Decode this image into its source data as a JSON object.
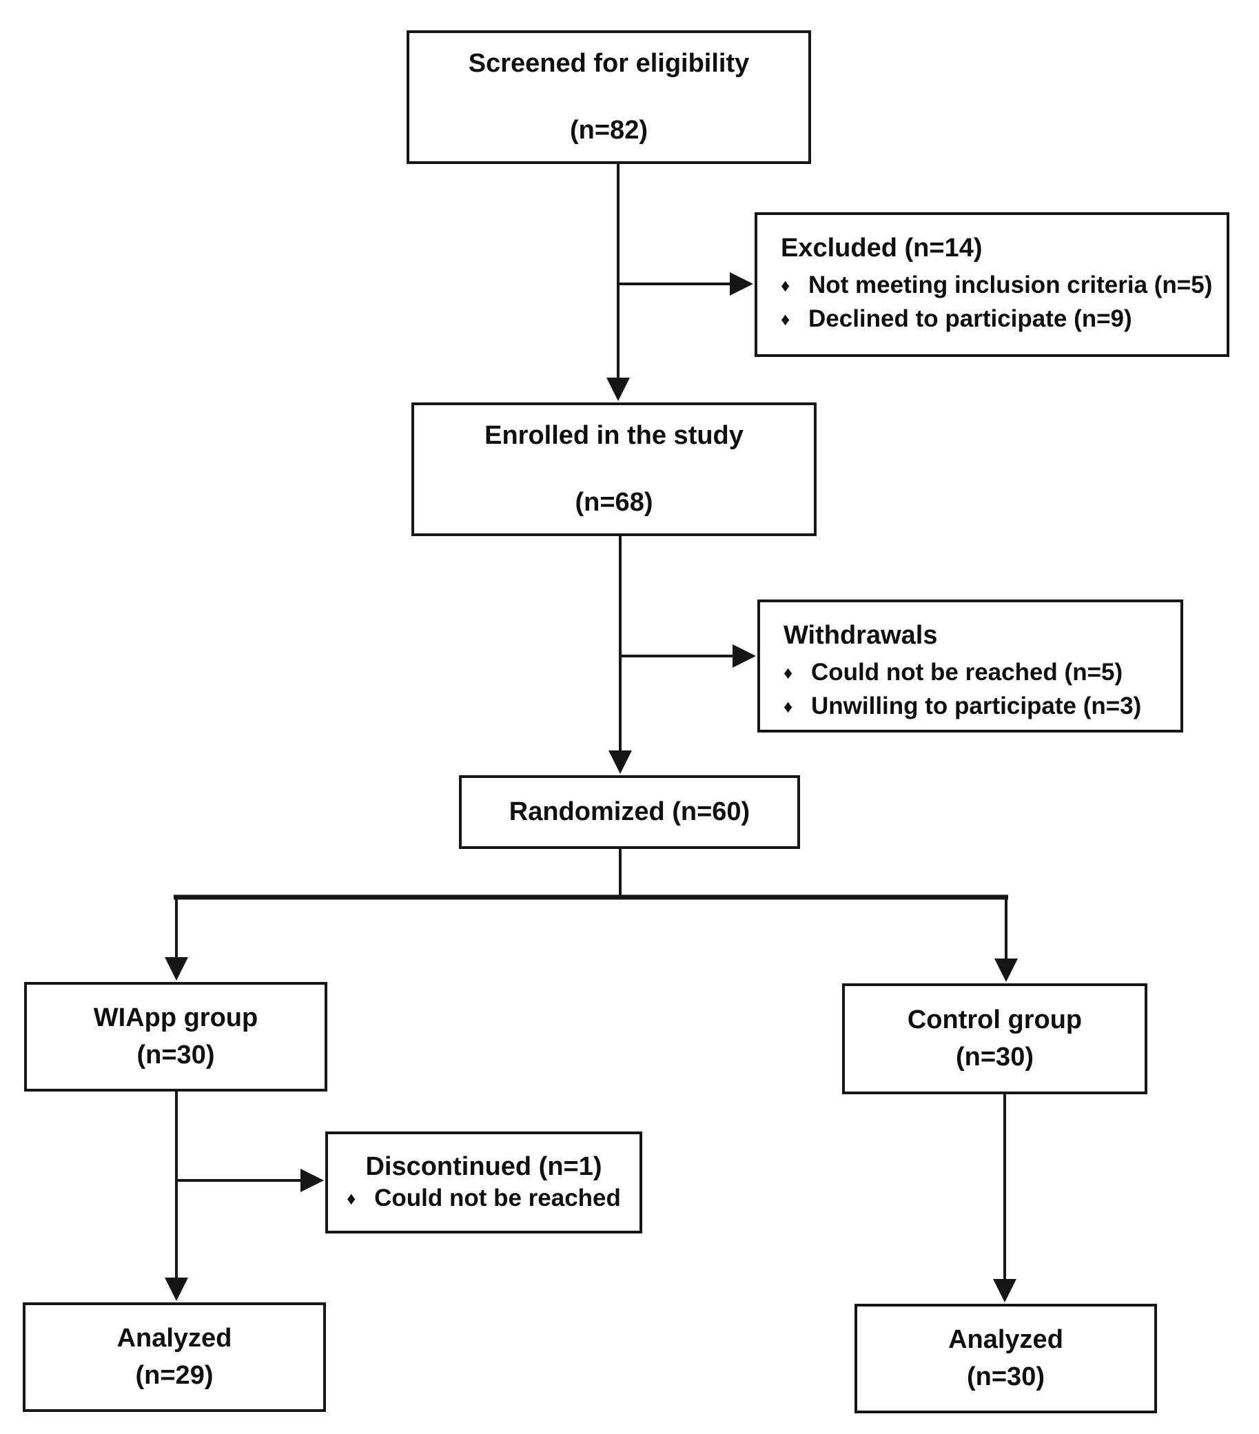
{
  "diagram": {
    "kind": "consort-participant-flow",
    "bullet": "♦",
    "colors": {
      "line": "#161616",
      "text": "#0f0f0f",
      "background": "#ffffff"
    },
    "nodes": {
      "screened": {
        "title": "Screened for eligibility",
        "count": "(n=82)"
      },
      "excluded": {
        "title": "Excluded (n=14)",
        "items": [
          "Not meeting inclusion criteria (n=5)",
          "Declined to participate (n=9)"
        ]
      },
      "enrolled": {
        "title": "Enrolled in the study",
        "count": "(n=68)"
      },
      "withdrawals": {
        "title": "Withdrawals",
        "items": [
          "Could not be reached (n=5)",
          "Unwilling to participate (n=3)"
        ]
      },
      "randomized": {
        "title": "Randomized (n=60)"
      },
      "wiapp_group": {
        "title": "WIApp group",
        "count": "(n=30)"
      },
      "control_group": {
        "title": "Control group",
        "count": "(n=30)"
      },
      "discontinued": {
        "title": "Discontinued (n=1)",
        "items": [
          "Could not be reached"
        ]
      },
      "analyzed_wiapp": {
        "title": "Analyzed",
        "count": "(n=29)"
      },
      "analyzed_control": {
        "title": "Analyzed",
        "count": "(n=30)"
      }
    }
  }
}
